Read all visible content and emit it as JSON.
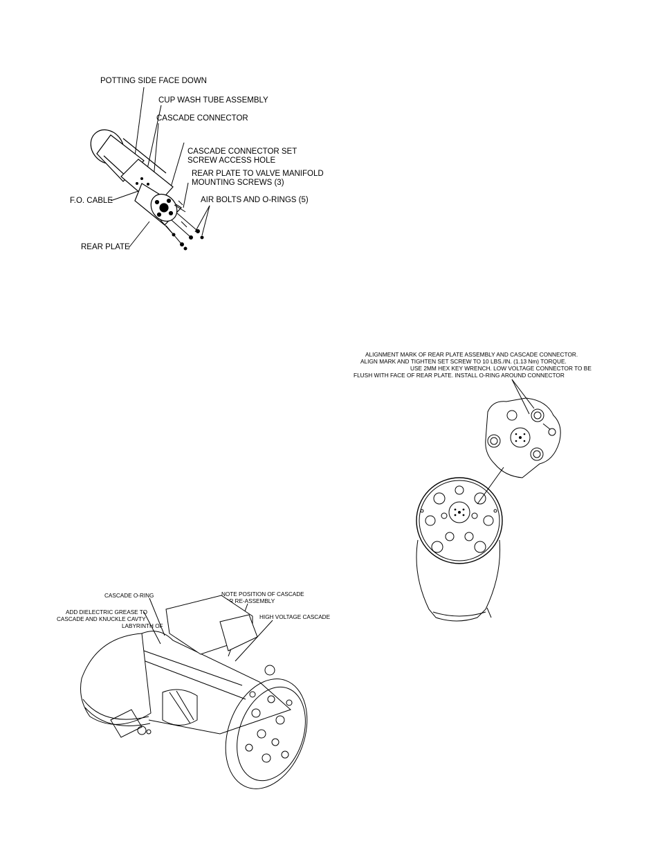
{
  "figure1": {
    "labels": {
      "potting_side": "POTTING SIDE FACE DOWN",
      "cup_wash": "CUP WASH TUBE ASSEMBLY",
      "cascade_connector": "CASCADE CONNECTOR",
      "set_screw_1": "CASCADE CONNECTOR SET",
      "set_screw_2": "SCREW ACCESS HOLE",
      "rear_plate_valve_1": "REAR PLATE TO VALVE MANIFOLD",
      "rear_plate_valve_2": "MOUNTING SCREWS  (3)",
      "fo_cable": "F.O. CABLE",
      "air_bolts": "AIR BOLTS AND O-RINGS  (5)",
      "rear_plate": "REAR PLATE"
    }
  },
  "figure2": {
    "note_lines": [
      "ALIGNMENT MARK OF REAR PLATE ASSEMBLY AND CASCADE CONNECTOR.",
      "ALIGN MARK AND TIGHTEN SET SCREW TO 10 LBS./IN. (1.13 Nm) TORQUE.",
      "USE 2MM HEX KEY WRENCH.  LOW VOLTAGE CONNECTOR TO BE",
      "FLUSH WITH FACE OF REAR PLATE. INSTALL O-RING AROUND CONNECTOR"
    ]
  },
  "figure3": {
    "labels": {
      "cascade_oring": "CASCADE O-RING",
      "grease_1": "ADD  DIELECTRIC GREASE TO",
      "grease_2": "CASCADE AND KNUCKLE CAVTY",
      "grease_3": "LABYRINTH OF",
      "note_pos_1": "NOTE POSITION OF CASCADE",
      "note_pos_2": "FOR RE-ASSEMBLY",
      "hv_cascade": "HIGH VOLTAGE CASCADE"
    }
  }
}
